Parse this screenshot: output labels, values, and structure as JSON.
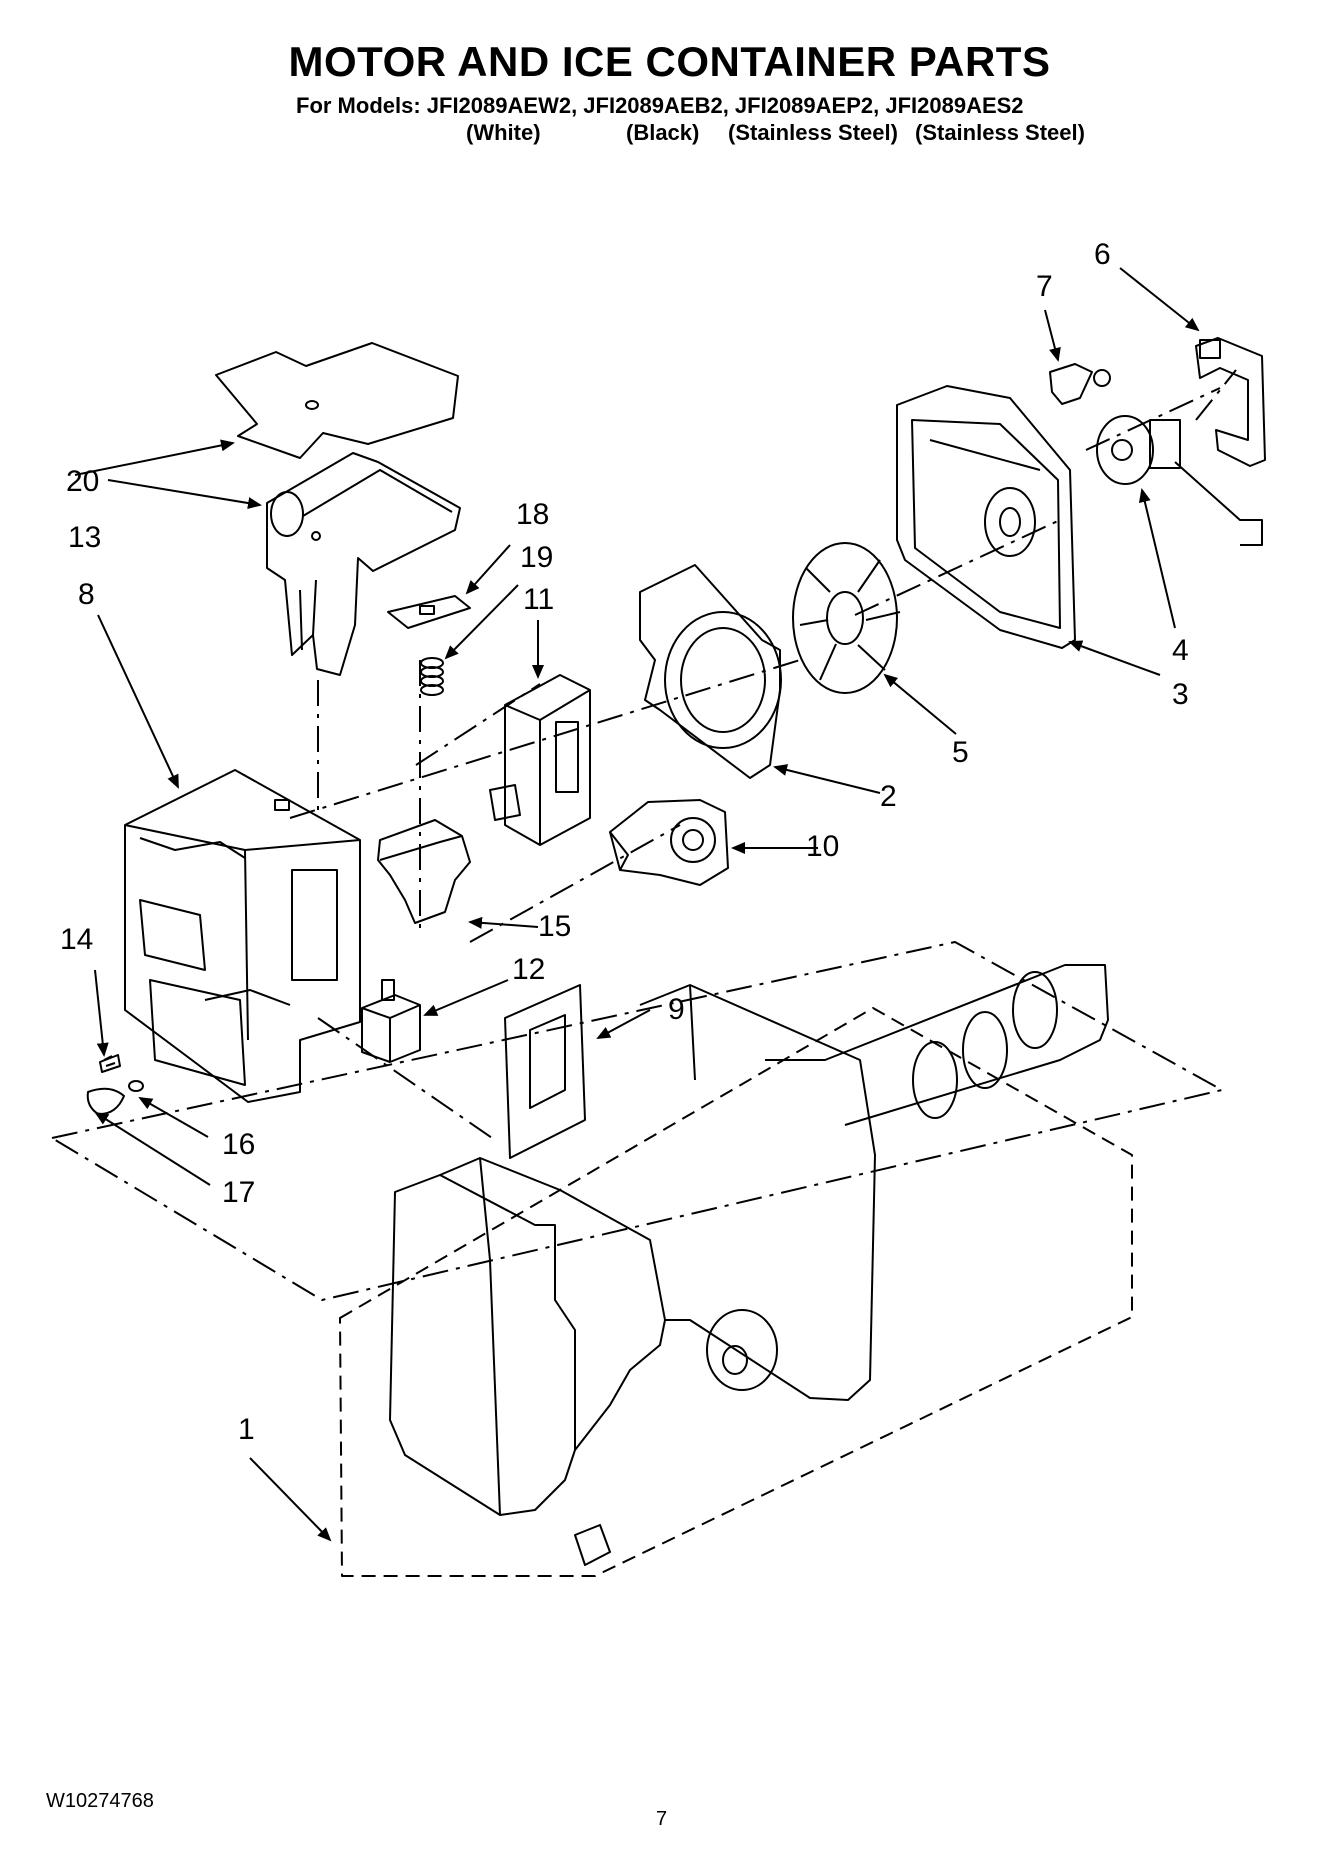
{
  "header": {
    "title": "MOTOR AND ICE CONTAINER PARTS",
    "models_line": "For Models: JFI2089AEW2, JFI2089AEB2, JFI2089AEP2, JFI2089AES2",
    "finishes": [
      "(White)",
      "(Black)",
      "(Stainless Steel)",
      "(Stainless Steel)"
    ]
  },
  "callouts": {
    "n1": "1",
    "n2": "2",
    "n3": "3",
    "n4": "4",
    "n5": "5",
    "n6": "6",
    "n7": "7",
    "n8": "8",
    "n9": "9",
    "n10": "10",
    "n11": "11",
    "n12": "12",
    "n13": "13",
    "n14": "14",
    "n15": "15",
    "n16": "16",
    "n17": "17",
    "n18": "18",
    "n19": "19",
    "n20": "20"
  },
  "footer": {
    "doc_number": "W10274768",
    "page_number": "7"
  }
}
